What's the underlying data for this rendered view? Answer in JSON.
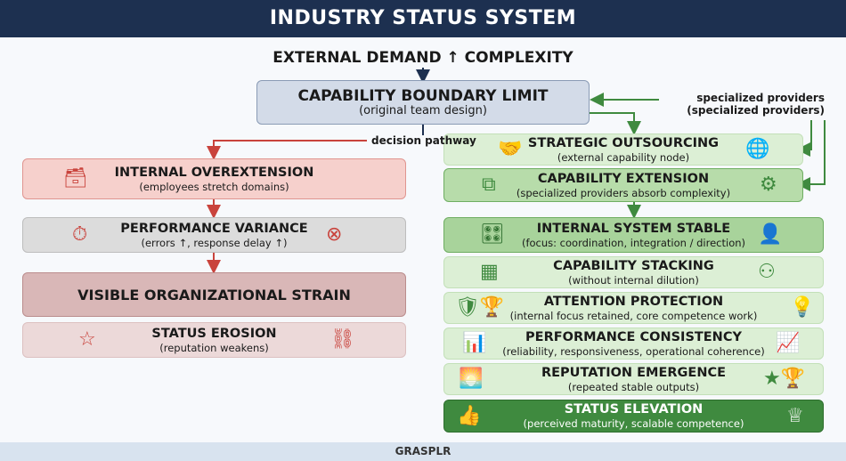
{
  "header": {
    "title": "INDUSTRY STATUS SYSTEM"
  },
  "top_title": "EXTERNAL DEMAND ↑ COMPLEXITY",
  "boundary": {
    "title": "CAPABILITY BOUNDARY LIMIT",
    "sub": "(original team design)"
  },
  "decision_label": "decision pathway",
  "providers": {
    "title": "specialized providers",
    "sub": "(specialized providers)"
  },
  "left": [
    {
      "title": "INTERNAL OVEREXTENSION",
      "sub": "(employees stretch domains)"
    },
    {
      "title": "PERFORMANCE VARIANCE",
      "sub": "(errors ↑, response delay ↑)"
    },
    {
      "title": "VISIBLE ORGANIZATIONAL STRAIN"
    },
    {
      "title": "STATUS EROSION",
      "sub": "(reputation weakens)"
    }
  ],
  "right": [
    {
      "title": "STRATEGIC OUTSOURCING",
      "sub": "(external capability node)"
    },
    {
      "title": "CAPABILITY EXTENSION",
      "sub": "(specialized providers absorb complexity)"
    },
    {
      "title": "INTERNAL SYSTEM STABLE",
      "sub": "(focus: coordination, integration / direction)"
    },
    {
      "title": "CAPABILITY STACKING",
      "sub": "(without internal dilution)"
    },
    {
      "title": "ATTENTION PROTECTION",
      "sub": "(internal focus retained, core competence work)"
    },
    {
      "title": "PERFORMANCE CONSISTENCY",
      "sub": "(reliability, responsiveness, operational coherence)"
    },
    {
      "title": "REPUTATION EMERGENCE",
      "sub": "(repeated stable outputs)"
    },
    {
      "title": "STATUS ELEVATION",
      "sub": "(perceived maturity, scalable competence)"
    }
  ],
  "footer": "GRASPLR",
  "colors": {
    "navy": "#1d3050",
    "red": "#c9433c",
    "green": "#3f8a3f"
  }
}
